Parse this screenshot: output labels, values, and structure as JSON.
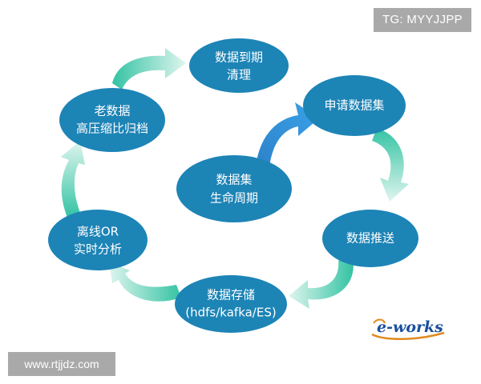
{
  "nodes": {
    "expire": {
      "line1": "数据到期",
      "line2": "清理"
    },
    "apply": {
      "line1": "申请数据集",
      "line2": ""
    },
    "push": {
      "line1": "数据推送",
      "line2": ""
    },
    "storage": {
      "line1": "数据存储",
      "line2": "(hdfs/kafka/ES)"
    },
    "analysis": {
      "line1": "离线OR",
      "line2": "实时分析"
    },
    "archive": {
      "line1": "老数据",
      "line2": "高压缩比归档"
    },
    "lifecycle": {
      "line1": "数据集",
      "line2": "生命周期"
    }
  },
  "watermarks": {
    "top": "TG: MYYJJPP",
    "bottom": "www.rtjjdz.com"
  },
  "logo": {
    "text": "e-works"
  },
  "colors": {
    "node": "#1d84b6",
    "arrow": "#33c3a3",
    "arrow_light": "#d4f2e9",
    "center_arrow": "#2b90d6",
    "watermark_bg": "#a9a9a9"
  }
}
